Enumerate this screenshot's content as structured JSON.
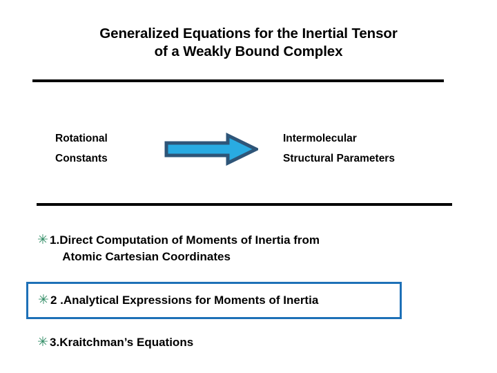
{
  "slide": {
    "title": {
      "line1": "Generalized Equations for the Inertial Tensor",
      "line2": "of a Weakly Bound Complex"
    },
    "flow": {
      "source": {
        "line1": "Rotational",
        "line2": "Constants"
      },
      "arrow_icon": "right-arrow-icon",
      "target": {
        "line1": "Intermolecular",
        "line2": "Structural Parameters"
      }
    },
    "list": [
      {
        "bullet": "✳",
        "number": "1.",
        "line1": "Direct Computation of Moments of Inertia from",
        "line2": "Atomic  Cartesian Coordinates",
        "highlighted": false
      },
      {
        "bullet": "✳",
        "number": "2 .",
        "line1": "Analytical Expressions for Moments of Inertia",
        "line2": "",
        "highlighted": true
      },
      {
        "bullet": "✳",
        "number": "3.",
        "line1": "Kraitchman’s Equations",
        "line2": "",
        "highlighted": false
      }
    ],
    "colors": {
      "arrow_fill": "#29ABE2",
      "arrow_outline": "#2E5578",
      "bullet_green": "#2E8B63",
      "highlight_border": "#1D70B7",
      "rule": "#000000",
      "background": "#FFFFFF",
      "text": "#000000"
    }
  }
}
